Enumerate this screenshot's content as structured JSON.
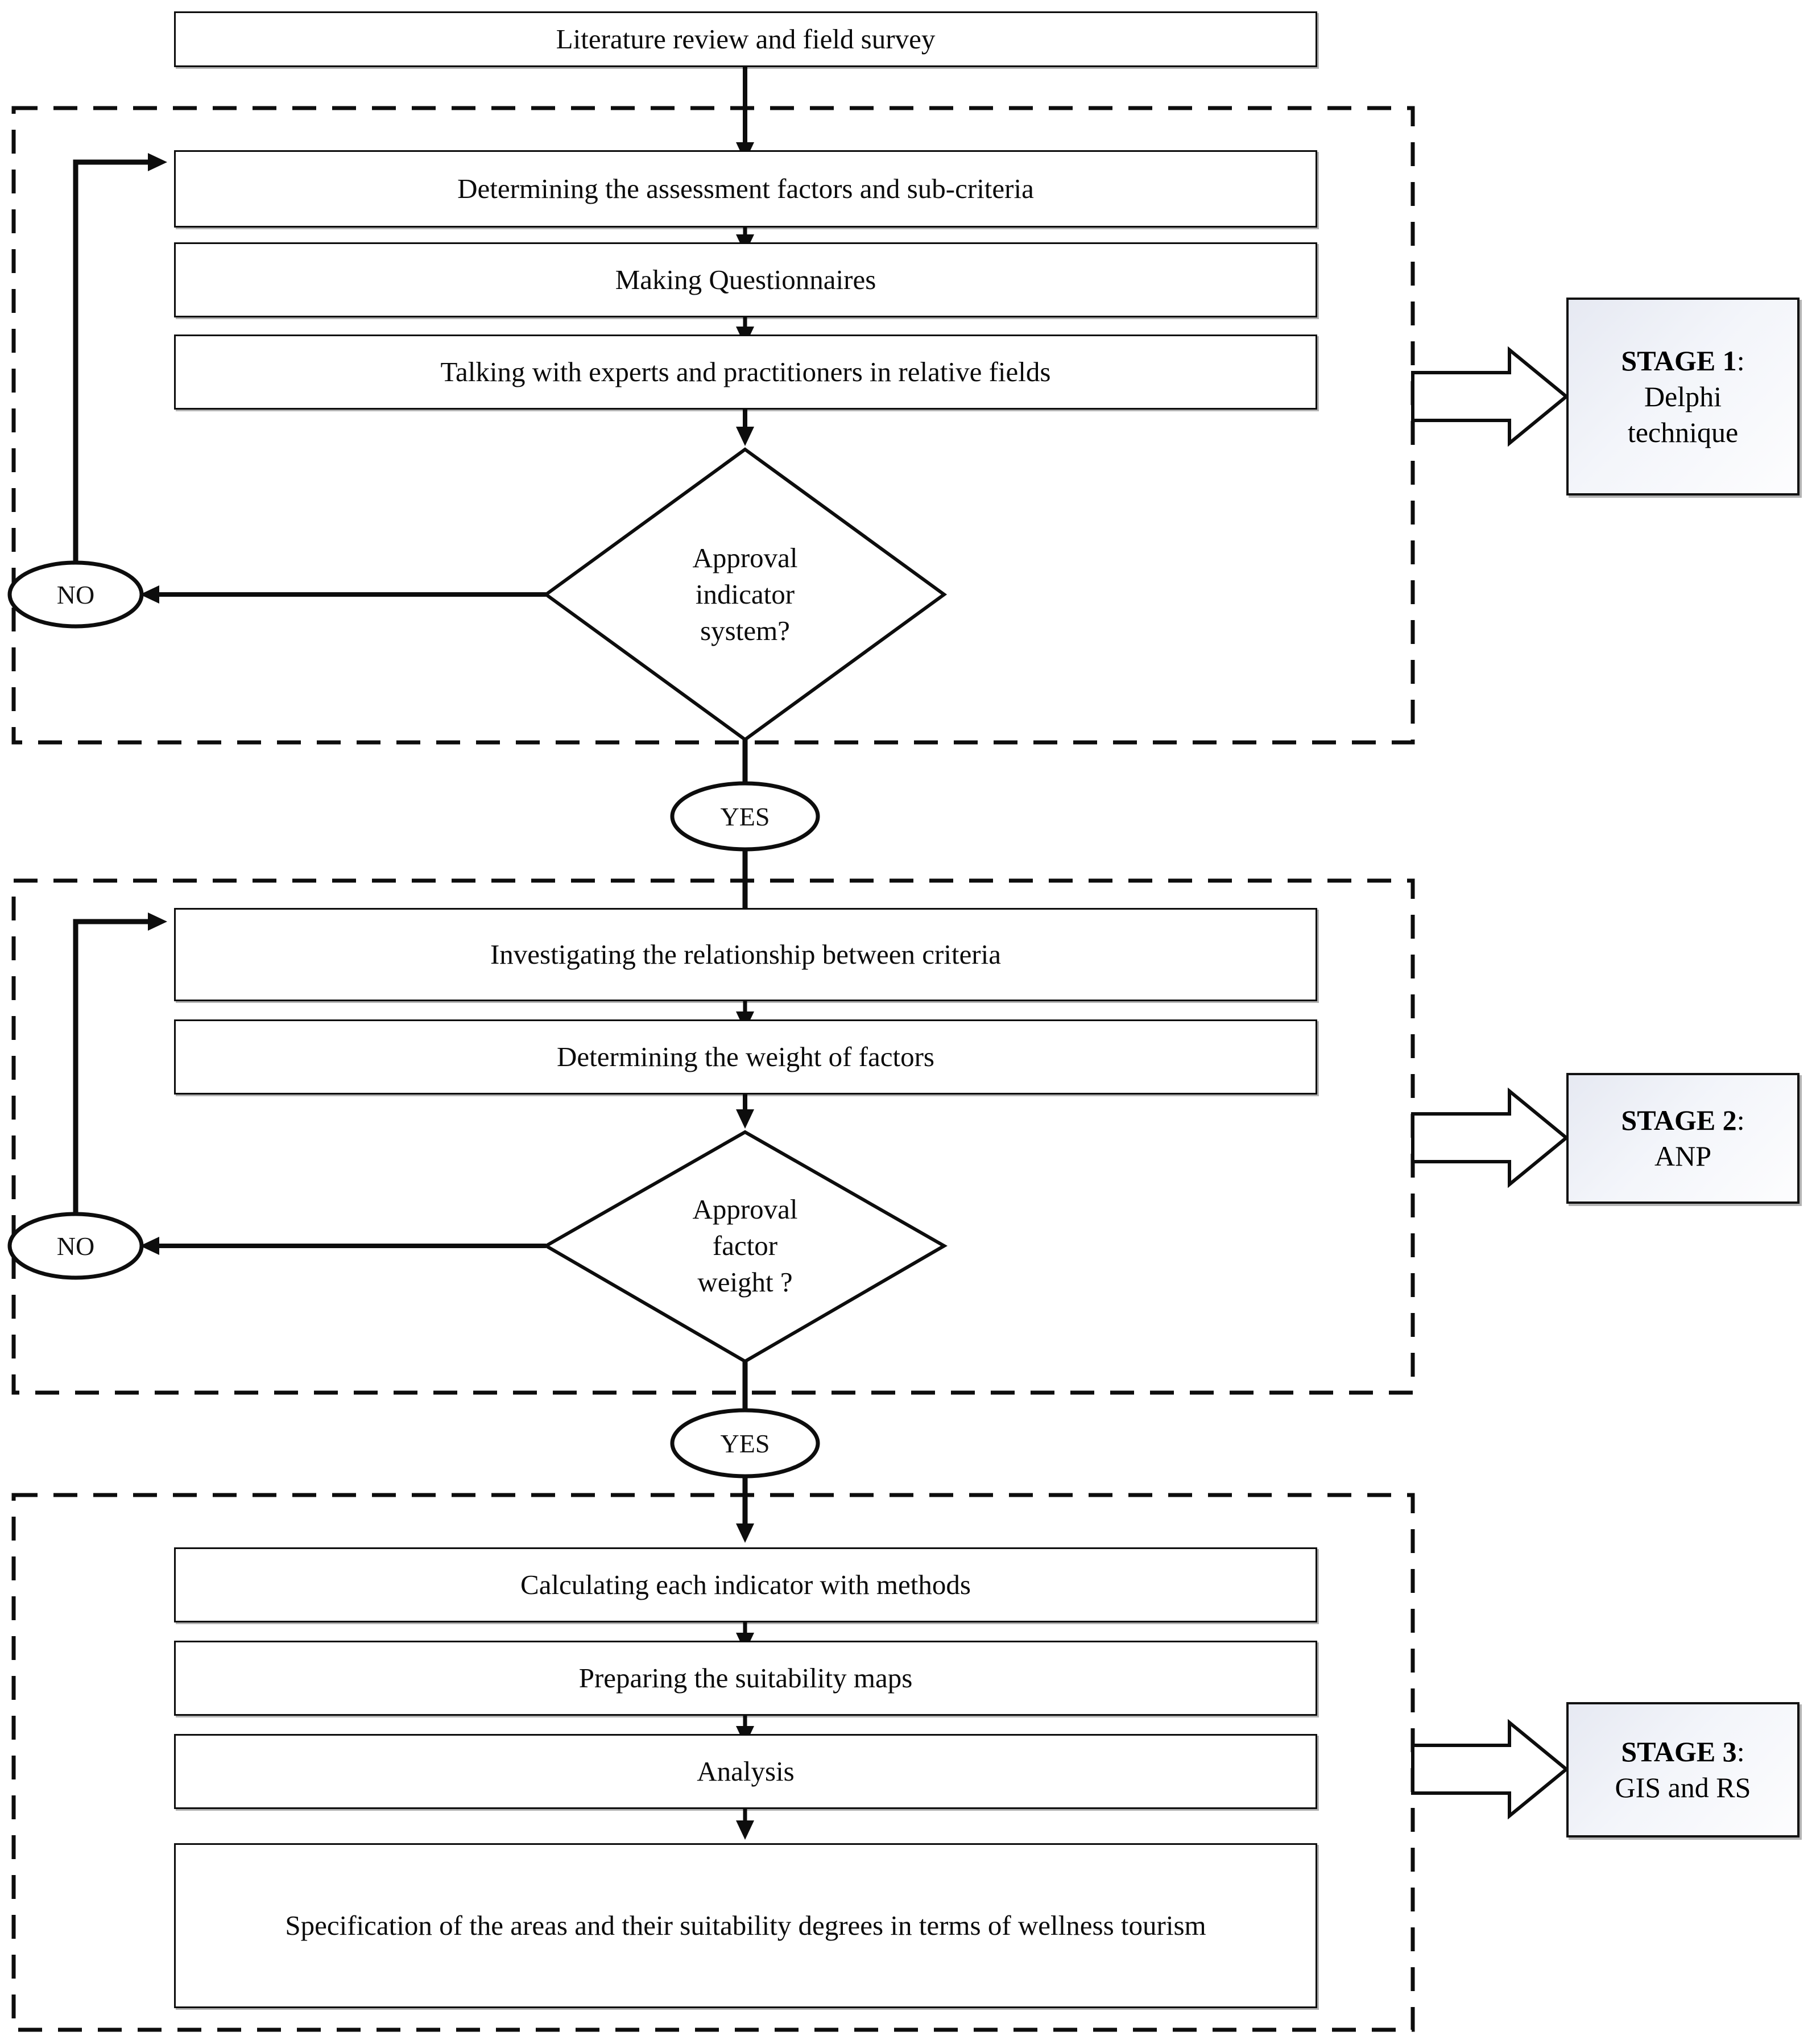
{
  "diagram": {
    "title": "Three-stage wellness tourism suitability assessment flowchart",
    "colors": {
      "outline": "#0d0d0d",
      "stage_fill_start": "#e6e9f2",
      "stage_fill_end": "#fdfdfe",
      "background": "#ffffff"
    }
  },
  "entry": {
    "label": "Literature review and field survey"
  },
  "stage1": {
    "steps": [
      {
        "label": "Determining the assessment factors and sub-criteria"
      },
      {
        "label": "Making Questionnaires"
      },
      {
        "label": "Talking with experts and practitioners in relative fields"
      }
    ],
    "decision": {
      "line1": "Approval",
      "line2": "indicator",
      "line3": "system?"
    },
    "no_label": "NO",
    "yes_label": "YES",
    "stage_badge": {
      "title": "STAGE 1",
      "separator": ":",
      "method": "Delphi technique"
    }
  },
  "stage2": {
    "steps": [
      {
        "label": "Investigating the relationship between criteria"
      },
      {
        "label": "Determining the weight of factors"
      }
    ],
    "decision": {
      "line1": "Approval",
      "line2": "factor",
      "line3": "weight ?"
    },
    "no_label": "NO",
    "yes_label": "YES",
    "stage_badge": {
      "title": "STAGE 2",
      "separator": ":",
      "method": "ANP"
    }
  },
  "stage3": {
    "steps": [
      {
        "label": "Calculating each indicator with methods"
      },
      {
        "label": "Preparing the suitability maps"
      },
      {
        "label": "Analysis"
      },
      {
        "label": "Specification of the areas and their suitability degrees in terms of wellness tourism"
      }
    ],
    "stage_badge": {
      "title": "STAGE 3",
      "separator": ":",
      "method": "GIS and RS"
    }
  }
}
